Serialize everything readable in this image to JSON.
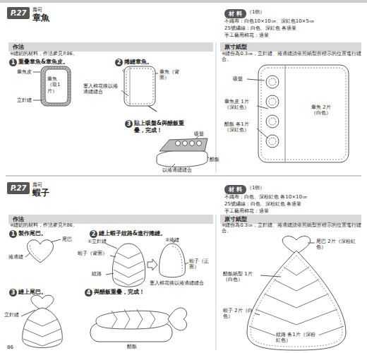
{
  "diagram": {
    "nodes": [
      {
        "text": [
          "P.27"
        ]
      },
      {
        "text": [
          "材 料"
        ]
      },
      {
        "text": [
          "作法"
        ]
      },
      {
        "text": [
          "1"
        ]
      },
      {
        "text": [
          "2"
        ]
      },
      {
        "text": [
          "3"
        ]
      },
      {
        "text": [
          "原寸紙型"
        ]
      },
      {
        "text": [
          "P.27"
        ]
      },
      {
        "text": [
          "材 料"
        ]
      },
      {
        "text": [
          "作法"
        ]
      },
      {
        "text": [
          "1"
        ]
      },
      {
        "text": [
          "2"
        ]
      },
      {
        "text": [
          "3"
        ]
      },
      {
        "text": [
          "4"
        ]
      },
      {
        "text": [
          "原寸紙型"
        ]
      }
    ],
    "labels": [
      "壽司",
      "章魚",
      "（1個）",
      "不織布：白色10×10㎝、深紅色10×5㎝",
      "25號繡線：白色、深紅色 各適量",
      "手工藝用棉花：適量",
      "※縫紉的材料，作法參見P.86。",
      "重疊章魚&章魚皮。",
      "章魚皮",
      "章魚（取1片）",
      "立針縫",
      "捲縫章魚。",
      "章魚（背面）",
      "塞入棉花後以捲邊縫縫合",
      "貼上吸盤&與醋飯重疊，完成！",
      "吸盤",
      "醋飯",
      "以捲邊縫縫合",
      "※縫份為0.3㎝，立針縫、捲邊縫請依照紙型所標示的位置進行縫合。",
      "吸盤",
      "章魚皮 1片（深紅色）",
      "章魚 2片（白色）",
      "醋飯 各1片（深紅色）",
      "壽司",
      "蝦子",
      "（1個）",
      "不織布：白色、深粉紅色 各10×10㎝",
      "25號繡線：白色、深粉紅色 各適量",
      "手工藝用棉花：適量",
      "※縫紉的材料，作法參見P.86。",
      "製作尾巴。",
      "尾巴",
      "捲邊縫",
      "縫上蝦子紋路&進行捲縫。",
      "①立針縫",
      "②捲縫",
      "蝦子（背面）",
      "紋路",
      "蝦子（正面）",
      "塞入棉花後以捲邊縫縫合",
      "縫上尾巴。",
      "立針縫",
      "與醋飯重疊，完成！",
      "醋飯",
      "※縫份為0.3㎝，立針縫、捲邊縫請依照紙型所標示的位置進行縫合。",
      "尾巴 2片（深粉紅色）",
      "醋飯紙型 1片（白色）",
      "蝦子 2片（白色）",
      "紋路 各1片（深粉紅色）",
      "86"
    ]
  }
}
